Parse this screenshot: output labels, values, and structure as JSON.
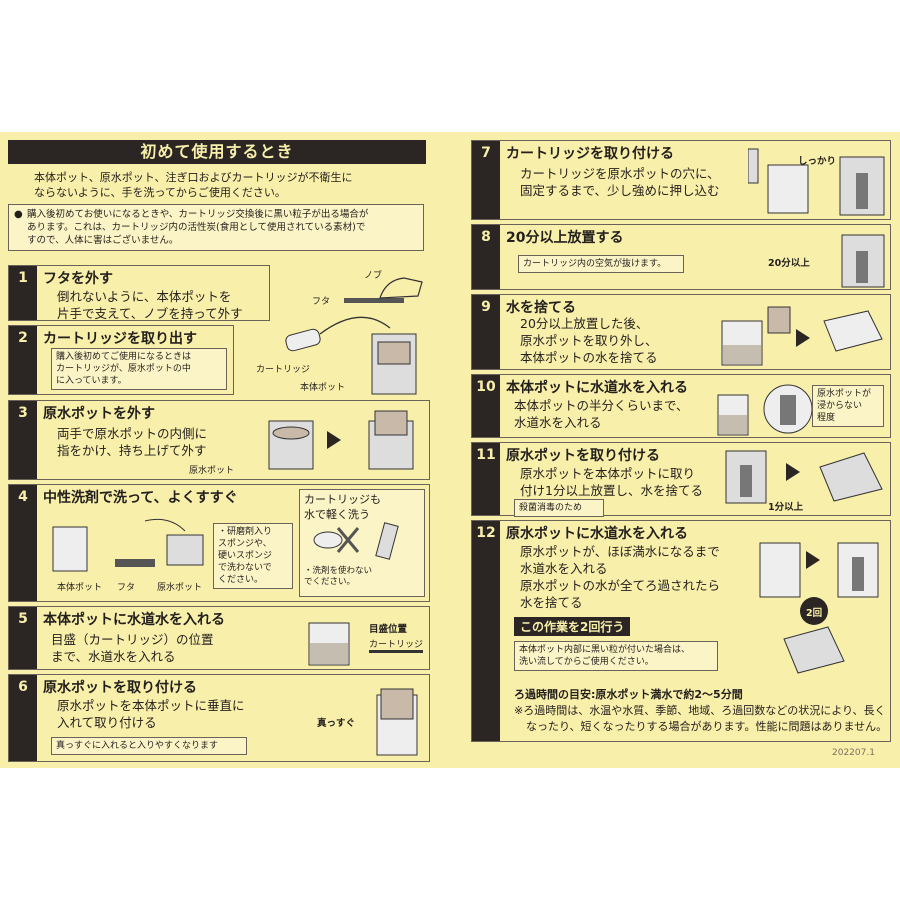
{
  "title": "初めて使用するとき",
  "intro": [
    "本体ポット、原水ポット、注ぎ口およびカートリッジが不衛生に",
    "ならないように、手を洗ってからご使用ください。"
  ],
  "note": [
    "購入後初めてお使いになるときや、カートリッジ交換後に黒い粒子が出る場合が",
    "あります。これは、カートリッジ内の活性炭(食用として使用されている素材)で",
    "すので、人体に害はございません。"
  ],
  "note_bullet": "●",
  "steps": [
    {
      "num": "1",
      "head": "フタを外す",
      "body": [
        "倒れないように、本体ポットを",
        "片手で支えて、ノブを持って外す"
      ],
      "labels": [
        "ノブ",
        "フタ"
      ]
    },
    {
      "num": "2",
      "head": "カートリッジを取り出す",
      "box": [
        "購入後初めてご使用になるときは",
        "カートリッジが、原水ポットの中",
        "に入っています。"
      ],
      "labels": [
        "カートリッジ",
        "本体ポット"
      ]
    },
    {
      "num": "3",
      "head": "原水ポットを外す",
      "body": [
        "両手で原水ポットの内側に",
        "指をかけ、持ち上げて外す"
      ],
      "labels": [
        "原水ポット"
      ]
    },
    {
      "num": "4",
      "head": "中性洗剤で洗って、よくすすぐ",
      "labels": [
        "本体ポット",
        "フタ",
        "原水ポット"
      ],
      "warn": [
        "・研磨剤入り",
        "スポンジや、",
        "硬いスポンジ",
        "で洗わないで",
        "ください。"
      ],
      "sub_head": [
        "カートリッジも",
        "水で軽く洗う"
      ],
      "sub_note": [
        "・洗剤を使わない",
        "でください。"
      ]
    },
    {
      "num": "5",
      "head": "本体ポットに水道水を入れる",
      "body": [
        "目盛（カートリッジ）の位置",
        "まで、水道水を入れる"
      ],
      "labels": [
        "目盛位置",
        "カートリッジ"
      ]
    },
    {
      "num": "6",
      "head": "原水ポットを取り付ける",
      "body": [
        "原水ポットを本体ポットに垂直に",
        "入れて取り付ける"
      ],
      "box": [
        "真っすぐに入れると入りやすくなります"
      ],
      "labels": [
        "真っすぐ"
      ]
    },
    {
      "num": "7",
      "head": "カートリッジを取り付ける",
      "body": [
        "カートリッジを原水ポットの穴に、",
        "固定するまで、少し強めに押し込む"
      ],
      "labels": [
        "しっかり"
      ]
    },
    {
      "num": "8",
      "head": "20分以上放置する",
      "box": [
        "カートリッジ内の空気が抜けます。"
      ],
      "labels": [
        "20分以上"
      ]
    },
    {
      "num": "9",
      "head": "水を捨てる",
      "body": [
        "20分以上放置した後、",
        "原水ポットを取り外し、",
        "本体ポットの水を捨てる"
      ]
    },
    {
      "num": "10",
      "head": "本体ポットに水道水を入れる",
      "body": [
        "本体ポットの半分くらいまで、",
        "水道水を入れる"
      ],
      "box": [
        "原水ポットが",
        "浸からない",
        "程度"
      ]
    },
    {
      "num": "11",
      "head": "原水ポットを取り付ける",
      "body": [
        "原水ポットを本体ポットに取り",
        "付け1分以上放置し、水を捨てる"
      ],
      "box": [
        "殺菌消毒のため"
      ],
      "labels": [
        "1分以上"
      ]
    },
    {
      "num": "12",
      "head": "原水ポットに水道水を入れる",
      "body": [
        "原水ポットが、ほぼ満水になるまで",
        "水道水を入れる",
        "原水ポットの水が全てろ過されたら",
        "水を捨てる"
      ],
      "band": "この作業を2回行う",
      "box": [
        "本体ポット内部に黒い粒が付いた場合は、",
        "洗い流してからご使用ください。"
      ],
      "labels": [
        "2回"
      ]
    }
  ],
  "footer": [
    "ろ過時間の目安:原水ポット満水で約2〜5分間",
    "※ろ過時間は、水温や水質、季節、地域、ろ過回数などの状況により、長く",
    "なったり、短くなったりする場合があります。性能に問題はありません。"
  ],
  "version": "202207.1",
  "colors": {
    "paper": "#f8efab",
    "ink": "#2b2623",
    "box": "#fbf4c6"
  }
}
